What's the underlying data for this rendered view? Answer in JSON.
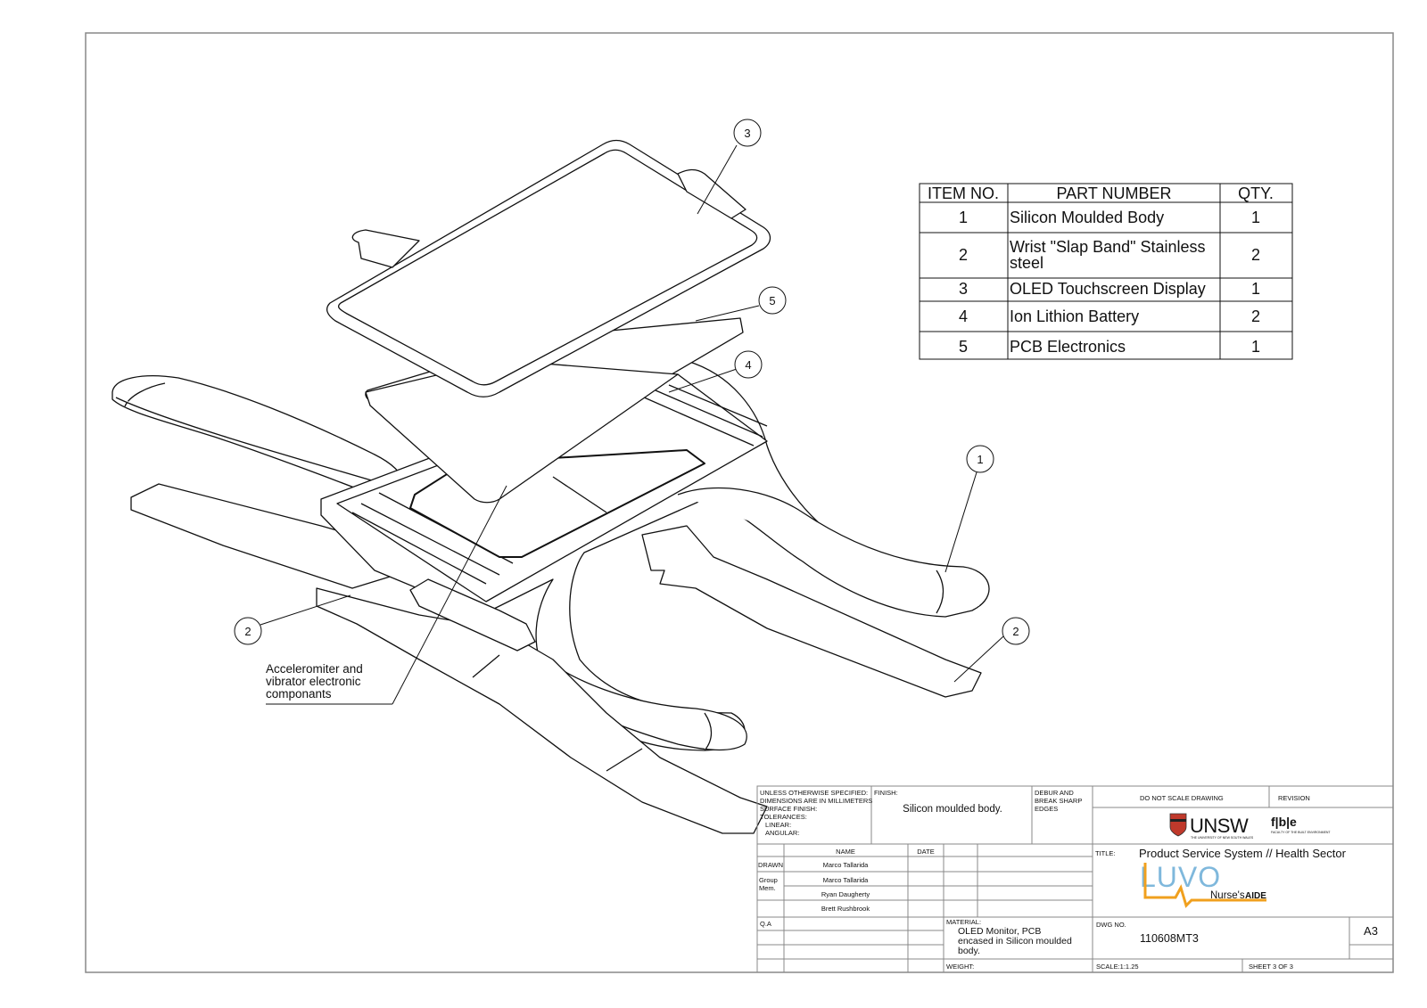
{
  "bom": {
    "headers": {
      "item": "ITEM NO.",
      "part": "PART NUMBER",
      "qty": "QTY."
    },
    "rows": [
      {
        "item": "1",
        "part_lines": [
          "Silicon Moulded Body"
        ],
        "qty": "1"
      },
      {
        "item": "2",
        "part_lines": [
          "Wrist \"Slap Band\" Stainless",
          "steel"
        ],
        "qty": "2"
      },
      {
        "item": "3",
        "part_lines": [
          "OLED Touchscreen Display"
        ],
        "qty": "1"
      },
      {
        "item": "4",
        "part_lines": [
          "Ion Lithion Battery"
        ],
        "qty": "2"
      },
      {
        "item": "5",
        "part_lines": [
          "PCB Electronics"
        ],
        "qty": "1"
      }
    ]
  },
  "balloons": {
    "b1": "1",
    "b2a": "2",
    "b2b": "2",
    "b3": "3",
    "b4": "4",
    "b5": "5"
  },
  "note": {
    "lines": [
      "Acceleromiter and",
      "vibrator electronic",
      "componants"
    ]
  },
  "titleblock": {
    "spec_lines": [
      "UNLESS OTHERWISE SPECIFIED:",
      "DIMENSIONS ARE IN MILLIMETERS",
      "SURFACE FINISH:",
      "TOLERANCES:",
      "LINEAR:",
      "ANGULAR:"
    ],
    "finish_label": "FINISH:",
    "finish_value": "Silicon moulded body.",
    "debur_lines": [
      "DEBUR AND",
      "BREAK SHARP",
      "EDGES"
    ],
    "no_scale": "DO NOT SCALE DRAWING",
    "revision": "REVISION",
    "unsw": "UNSW",
    "unsw_sub": "THE UNIVERSITY OF NEW SOUTH WALES",
    "fbe": "f|b|e",
    "fbe_sub": "FACULTY OF THE BUILT ENVIRONMENT",
    "name_col": "NAME",
    "date_col": "DATE",
    "drawn": "DRAWN",
    "group_lines": [
      "Group",
      "Mem."
    ],
    "qa": "Q.A",
    "names": [
      "Marco Tallarida",
      "Marco Tallarida",
      "Ryan Daugherty",
      "Brett Rushbrook"
    ],
    "title_label": "TITLE:",
    "title_value": "Product Service System // Health Sector",
    "luvo": "LUVO",
    "nurses": "Nurse's",
    "aide": "AIDE",
    "material_label": "MATERIAL:",
    "material_lines": [
      "OLED Monitor, PCB",
      "encased in Silicon moulded",
      "body."
    ],
    "dwg_label": "DWG NO.",
    "dwg_value": "110608MT3",
    "size": "A3",
    "weight": "WEIGHT:",
    "scale": "SCALE:1:1.25",
    "sheet": "SHEET 3 OF 3"
  },
  "colors": {
    "line": "#111111",
    "luvo_orange": "#f0a01e",
    "luvo_blue": "#7fb8dc",
    "unsw_red": "#c0392b"
  }
}
